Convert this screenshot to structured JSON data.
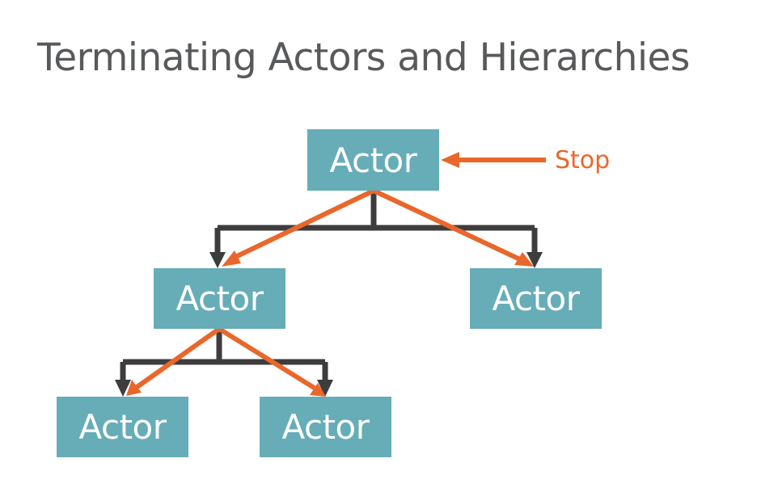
{
  "title": "Terminating Actors and Hierarchies",
  "colors": {
    "node_fill": "#66adb8",
    "hierarchy_line": "#3d3d3d",
    "stop_arrow": "#e9672b",
    "title_text": "#58595b"
  },
  "nodes": {
    "root": "Actor",
    "left": "Actor",
    "right": "Actor",
    "left_left": "Actor",
    "left_right": "Actor"
  },
  "stop_label": "Stop"
}
